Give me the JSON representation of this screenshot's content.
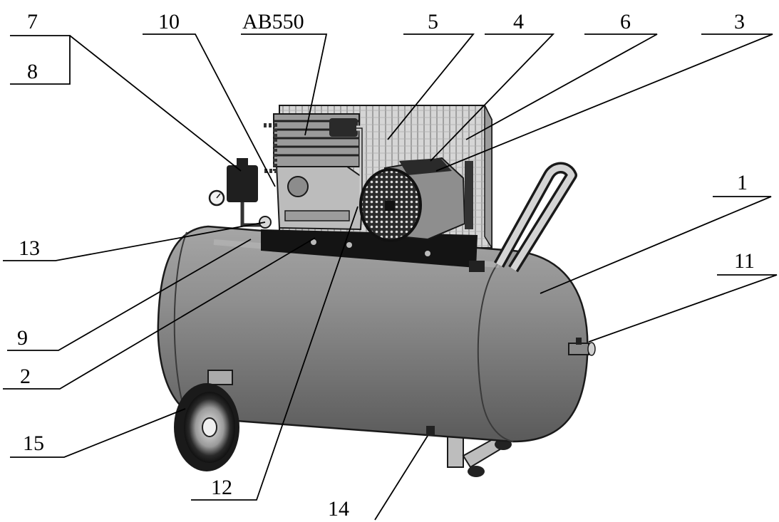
{
  "diagram": {
    "callouts": [
      {
        "id": "c7",
        "label": "7"
      },
      {
        "id": "c8",
        "label": "8"
      },
      {
        "id": "c10",
        "label": "10"
      },
      {
        "id": "cab",
        "label": "AB550"
      },
      {
        "id": "c5",
        "label": "5"
      },
      {
        "id": "c4",
        "label": "4"
      },
      {
        "id": "c6",
        "label": "6"
      },
      {
        "id": "c3",
        "label": "3"
      },
      {
        "id": "c1",
        "label": "1"
      },
      {
        "id": "c11",
        "label": "11"
      },
      {
        "id": "c13",
        "label": "13"
      },
      {
        "id": "c9",
        "label": "9"
      },
      {
        "id": "c2",
        "label": "2"
      },
      {
        "id": "c15",
        "label": "15"
      },
      {
        "id": "c12",
        "label": "12"
      },
      {
        "id": "c14",
        "label": "14"
      }
    ]
  },
  "colors": {
    "tank": "#8a8a8a",
    "tank_shadow": "#5e5e5e",
    "metal_light": "#c4c4c4",
    "metal_dark": "#3a3a3a",
    "ink": "#000000"
  }
}
